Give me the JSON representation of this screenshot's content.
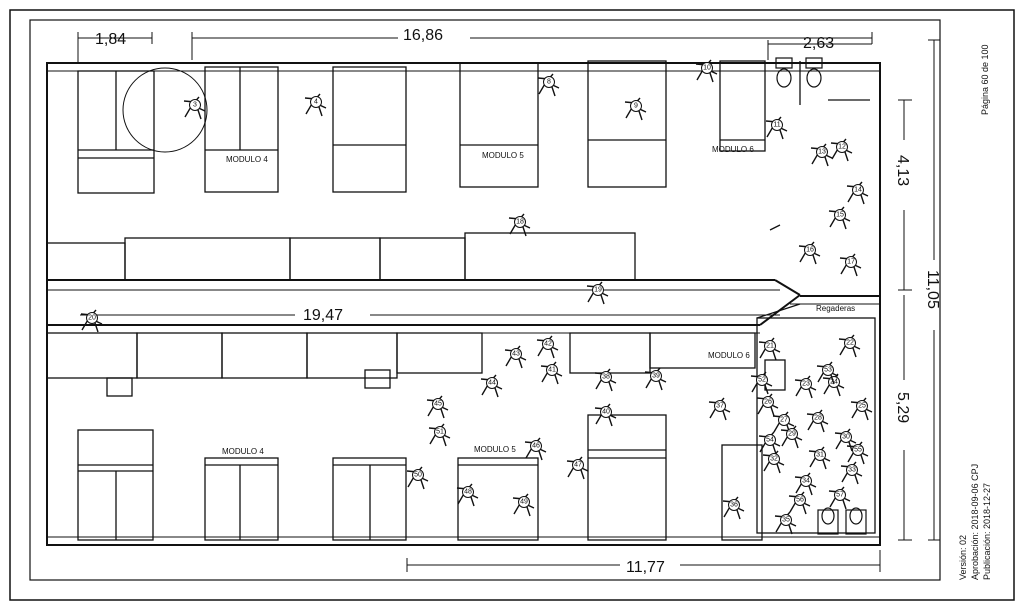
{
  "dimensions": {
    "d1": "1,84",
    "d2": "16,86",
    "d3": "2,63",
    "d4": "4,13",
    "d5": "11,05",
    "d6": "19,47",
    "d7": "5,29",
    "d8": "11,77"
  },
  "modules": {
    "top_m4": "MODULO 4",
    "top_m5": "MODULO 5",
    "top_m6": "MODULO 6",
    "bot_m4": "MODULO 4",
    "bot_m5": "MODULO 5",
    "bot_m6": "MODULO 6",
    "regaderas": "Regaderas"
  },
  "side_text": {
    "page": "Página 60 de 100",
    "version": "Versión: 02",
    "approval": "Aprobación: 2018-09-06 CPJ",
    "publication": "Publicación: 2018-12-27"
  },
  "victims": [
    "3",
    "4",
    "8",
    "9",
    "10",
    "11",
    "12",
    "13",
    "14",
    "15",
    "16",
    "17",
    "18",
    "19",
    "20",
    "21",
    "22",
    "23",
    "24",
    "25",
    "26",
    "27",
    "28",
    "29",
    "30",
    "31",
    "32",
    "33",
    "34",
    "35",
    "36",
    "37",
    "38",
    "39",
    "40",
    "41",
    "42",
    "43",
    "44",
    "45",
    "46",
    "47",
    "48",
    "49",
    "50",
    "51",
    "52",
    "53",
    "54",
    "55",
    "56",
    "57"
  ]
}
